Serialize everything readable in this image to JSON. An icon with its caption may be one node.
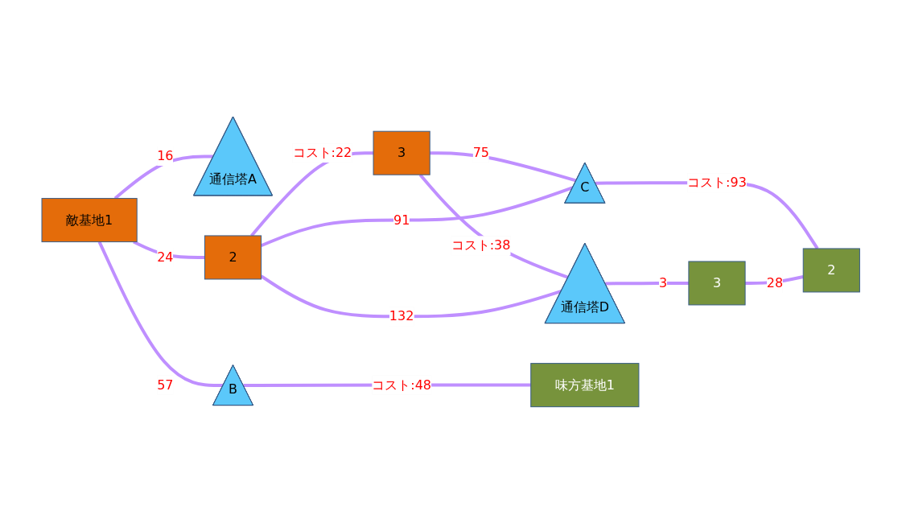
{
  "diagram": {
    "nodes": [
      {
        "text": [
          "敵基地1"
        ]
      },
      {
        "text": [
          "3"
        ]
      },
      {
        "text": [
          "通信塔A"
        ]
      },
      {
        "text": [
          "2"
        ]
      },
      {
        "text": [
          "通信塔D"
        ]
      },
      {
        "text": [
          "B"
        ]
      },
      {
        "text": [
          "C"
        ]
      },
      {
        "text": [
          "味方基地1"
        ]
      },
      {
        "text": [
          "3"
        ]
      },
      {
        "text": [
          "2"
        ]
      }
    ],
    "edges": [
      {
        "from": 0,
        "to": 2,
        "arrow": "none",
        "label": "16"
      },
      {
        "from": 0,
        "to": 3,
        "arrow": "none",
        "label": "24"
      },
      {
        "from": 0,
        "to": 5,
        "arrow": "none",
        "label": "57"
      },
      {
        "from": 3,
        "to": 1,
        "arrow": "none",
        "label": "コスト:22"
      },
      {
        "from": 1,
        "to": 6,
        "arrow": "none",
        "label": "75"
      },
      {
        "from": 1,
        "to": 4,
        "arrow": "none",
        "label": "コスト:38"
      },
      {
        "from": 3,
        "to": 4,
        "arrow": "none",
        "label": "132"
      },
      {
        "from": 3,
        "to": 6,
        "arrow": "none",
        "label": "91"
      },
      {
        "from": 5,
        "to": 7,
        "arrow": "none",
        "label": "コスト:48"
      },
      {
        "from": 6,
        "to": 9,
        "arrow": "none",
        "label": "コスト:93"
      },
      {
        "from": 4,
        "to": 8,
        "arrow": "none",
        "label": "3"
      },
      {
        "from": 8,
        "to": 9,
        "arrow": "none",
        "label": "28"
      }
    ]
  }
}
